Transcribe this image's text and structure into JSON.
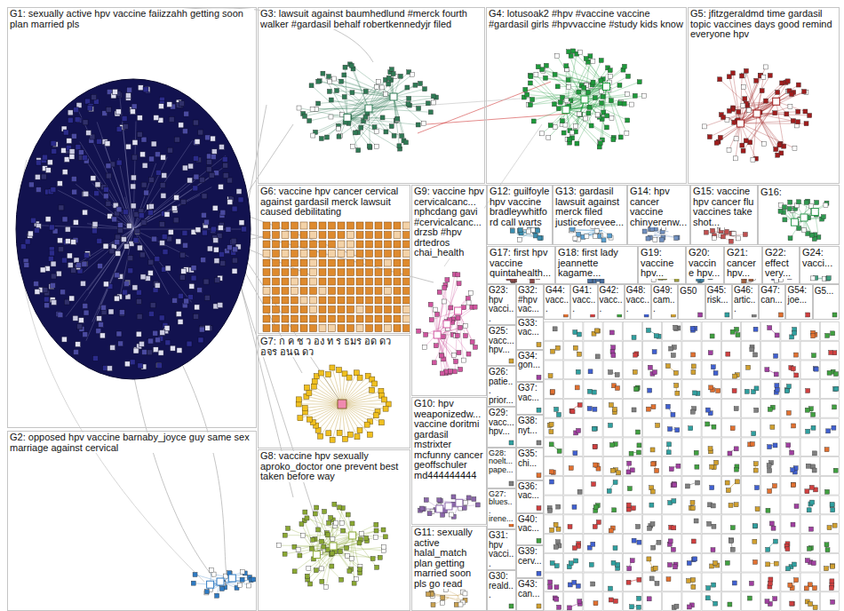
{
  "diagram": {
    "nodes": [
      {
        "text": [
          "G1: sexually active hpv vaccine faiizzahh getting soon plan married pls"
        ]
      },
      {
        "text": [
          "G2: opposed hpv vaccine barnaby_joyce guy same sex marriage against cervical"
        ]
      },
      {
        "text": [
          "G3: lawsuit against baumhedlund #merck fourth walker #gardasil behalf robertkennedyjr filed"
        ]
      },
      {
        "text": [
          "G4: lotusoak2 #hpv #vaccine vaccine #gardasil girls #hpvvaccine #study kids know"
        ]
      },
      {
        "text": [
          "G5: jfitzgeraldmd time gardasil topic vaccines days good remind everyone hpv"
        ]
      },
      {
        "text": [
          "G6: vaccine hpv cancer cervical against gardasil merck lawsuit caused debilitating"
        ]
      },
      {
        "text": [
          "G7: ก ค ช ว อง ท ร ธมร อด ดว อจร อนฉ ดว"
        ]
      },
      {
        "text": [
          "G8: vaccine hpv sexually aproko_doctor one prevent best taken before way"
        ]
      },
      {
        "text": [
          "G9: vaccine hpv cervicalcanc... nphcdang gavi #cervicalcanc... drzsb #hpv drtedros chai_health"
        ]
      },
      {
        "text": [
          "G10: hpv weaponizedw... vaccine doritmi gardasil mstrixter mcfunny cancer geoffschuler md444444444"
        ]
      },
      {
        "text": [
          "G11: sexually active halal_match plan getting married soon pls go read"
        ]
      },
      {
        "text": [
          "G12: guilfoyle hpv vaccine bradleywhitford call warts"
        ]
      },
      {
        "text": [
          "G13: gardasil lawsuit against merck filed justiceforevee..."
        ]
      },
      {
        "text": [
          "G14: hpv cancer vaccine chinyerenw..."
        ]
      },
      {
        "text": [
          "G15: vaccine hpv cancer flu vaccines take shot..."
        ]
      },
      {
        "text": [
          "G16:"
        ]
      },
      {
        "text": [
          "G17: first hpv vaccine quintahealth..."
        ]
      },
      {
        "text": [
          "G18: first lady jeannette kagame..."
        ]
      },
      {
        "text": [
          "G19: vaccine hpv..."
        ]
      },
      {
        "text": [
          "G20: vaccine hpv..."
        ]
      },
      {
        "text": [
          "G21: cancer hpv..."
        ]
      },
      {
        "text": [
          "G22: effect very..."
        ]
      },
      {
        "text": [
          "G24: vacci..."
        ]
      },
      {
        "text": [
          "G44: vacc..."
        ]
      },
      {
        "text": [
          "G41: vacc..."
        ]
      },
      {
        "text": [
          "G42: vacc..."
        ]
      },
      {
        "text": [
          "G48: vacc..."
        ]
      },
      {
        "text": [
          "G49: cam..."
        ]
      },
      {
        "text": [
          "G50"
        ]
      },
      {
        "text": [
          "G45: risk..."
        ]
      },
      {
        "text": [
          "G46: artic..."
        ]
      },
      {
        "text": [
          "G47: can..."
        ]
      },
      {
        "text": [
          "G54: joe..."
        ]
      },
      {
        "text": [
          "G5..."
        ]
      },
      {
        "text": [
          "G23: hpv vacci..."
        ]
      },
      {
        "text": [
          "G25: vacc... hpv..."
        ]
      },
      {
        "text": [
          "G26: patie... prior..."
        ]
      },
      {
        "text": [
          "G29: vacc... hpv..."
        ]
      },
      {
        "text": [
          "G28: noelt... pape..."
        ]
      },
      {
        "text": [
          "G27: blues... irene..."
        ]
      },
      {
        "text": [
          "G31: hpv vacci..."
        ]
      },
      {
        "text": [
          "G30: reald..."
        ]
      },
      {
        "text": [
          "G32: #hpv vac..."
        ]
      },
      {
        "text": [
          "G33: vac..."
        ]
      },
      {
        "text": [
          "G34: gon..."
        ]
      },
      {
        "text": [
          "G37: vac..."
        ]
      },
      {
        "text": [
          "G38: nyt..."
        ]
      },
      {
        "text": [
          "G35: chi..."
        ]
      },
      {
        "text": [
          "G36: vac..."
        ]
      },
      {
        "text": [
          "G40: vac..."
        ]
      },
      {
        "text": [
          "G39: cerv..."
        ]
      },
      {
        "text": [
          "G43: can..."
        ]
      }
    ]
  }
}
